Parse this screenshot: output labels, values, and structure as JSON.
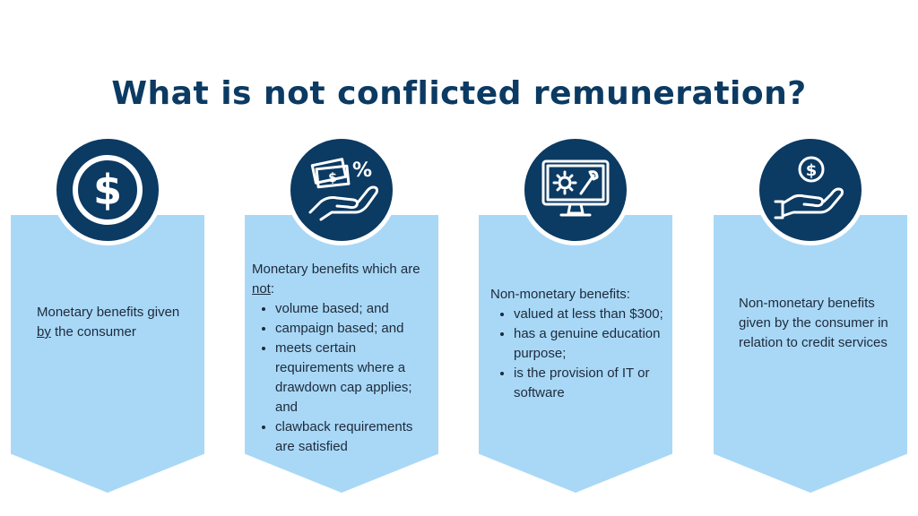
{
  "title": "What is not conflicted remuneration?",
  "cards": [
    {
      "icon": "dollar-coin-icon",
      "text_before": "Monetary benefits given ",
      "text_underlined": "by",
      "text_after": " the consumer"
    },
    {
      "icon": "hand-money-percent-icon",
      "intro": "Monetary benefits which are ",
      "intro_underlined": "not",
      "intro_after": ":",
      "bullets": [
        "volume based; and",
        "campaign based; and",
        "meets certain requirements where a drawdown cap applies; and",
        "clawback requirements are satisfied"
      ]
    },
    {
      "icon": "monitor-gear-wrench-icon",
      "intro": "Non-monetary benefits:",
      "bullets": [
        "valued at less than $300;",
        "has a genuine education purpose;",
        "is the provision of IT or software"
      ]
    },
    {
      "icon": "hand-coin-icon",
      "text": "Non-monetary benefits given by the consumer in relation to credit services"
    }
  ],
  "colors": {
    "navy": "#0b3a63",
    "card_blue": "#a9d8f7",
    "text": "#1d2a3a"
  }
}
